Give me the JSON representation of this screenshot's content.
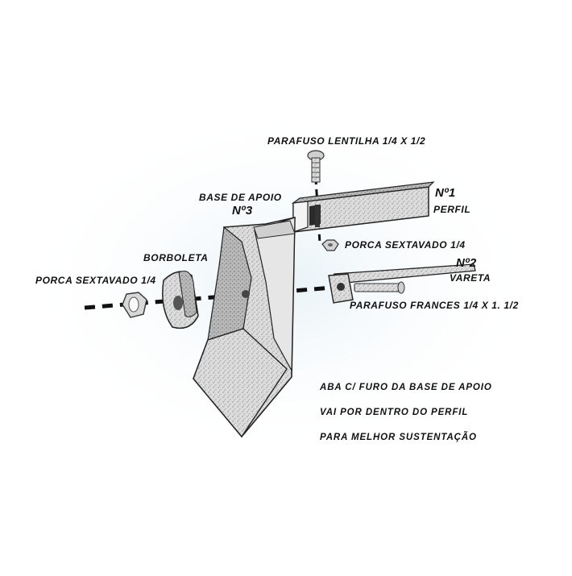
{
  "labels": {
    "parafuso_lentilha": "PARAFUSO LENTILHA 1/4 X 1/2",
    "n1": "Nº1",
    "perfil": "PERFIL",
    "base_de_apoio": "BASE DE APOIO",
    "n3": "Nº3",
    "porca_sextavado_right": "PORCA SEXTAVADO 1/4",
    "borboleta": "BORBOLETA",
    "n2": "Nº2",
    "vareta": "VARETA",
    "porca_sextavado_left": "PORCA SEXTAVADO 1/4",
    "parafuso_frances": "PARAFUSO FRANCES 1/4 X 1. 1/2"
  },
  "notes": [
    "ABA C/ FURO DA BASE DE APOIO",
    "VAI POR DENTRO DO PERFIL",
    "PARA MELHOR SUSTENTAÇÃO"
  ]
}
